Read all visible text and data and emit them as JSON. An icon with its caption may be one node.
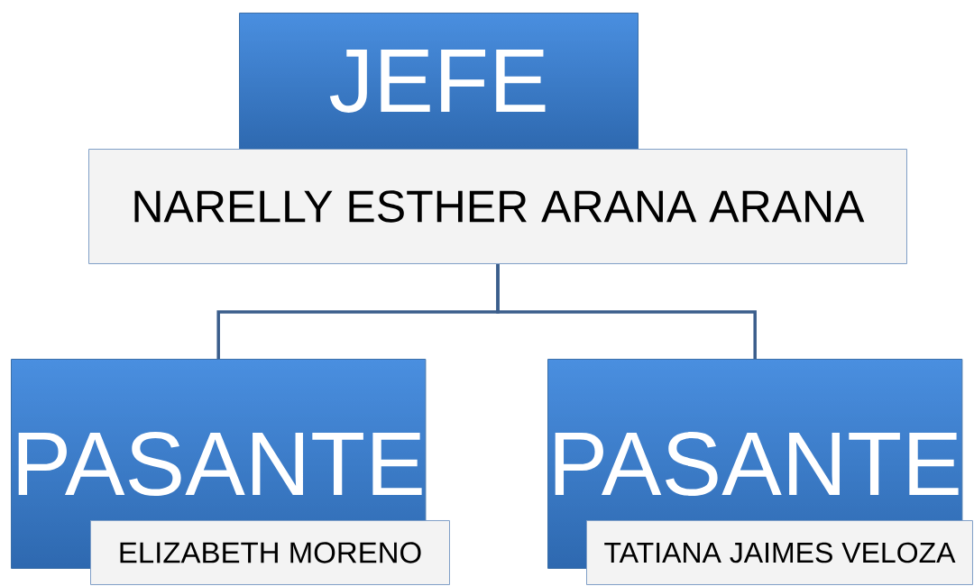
{
  "diagram": {
    "nodes": [
      {
        "text": [
          "JEFE"
        ]
      },
      {
        "text": [
          "NARELLY ESTHER ARANA ARANA"
        ]
      },
      {
        "text": [
          "PASANTE"
        ]
      },
      {
        "text": [
          "ELIZABETH MORENO"
        ]
      },
      {
        "text": [
          "PASANTE"
        ]
      },
      {
        "text": [
          "TATIANA JAIMES VELOZA"
        ]
      }
    ],
    "edges": [
      {
        "from": 1,
        "to": 2,
        "arrow": "none"
      },
      {
        "from": 1,
        "to": 4,
        "arrow": "none"
      }
    ]
  }
}
